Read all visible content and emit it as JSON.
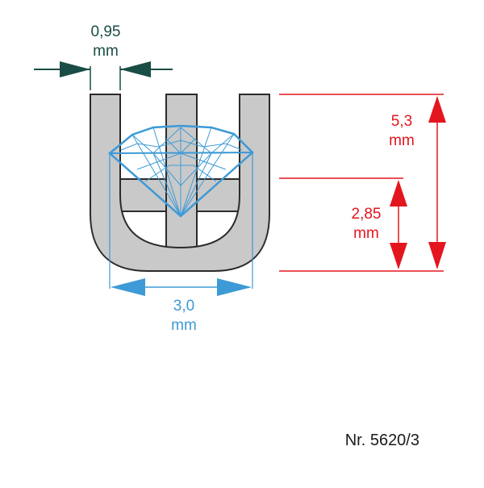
{
  "diagram": {
    "prong_width": {
      "value": "0,95",
      "unit": "mm"
    },
    "total_height": {
      "value": "5,3",
      "unit": "mm"
    },
    "seat_height": {
      "value": "2,85",
      "unit": "mm"
    },
    "stone_diameter": {
      "value": "3,0",
      "unit": "mm"
    },
    "article_number": "Nr. 5620/3"
  },
  "colors": {
    "setting_fill": "#c9c9c9",
    "setting_stroke": "#2b2b2b",
    "prong_dimension": "#1a4d45",
    "height_dimension": "#e3161f",
    "stone_outline": "#3d9ad6"
  }
}
